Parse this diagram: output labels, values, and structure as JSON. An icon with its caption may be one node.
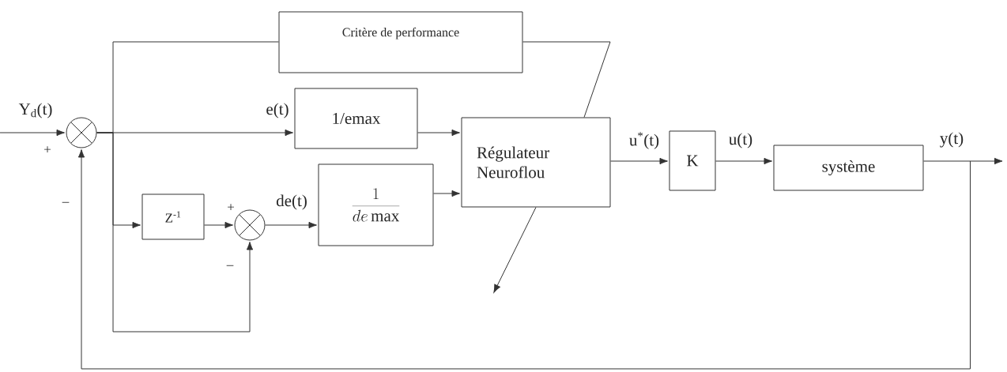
{
  "diagram": {
    "nodes": [
      {
        "text": [],
        "shape": "circle"
      },
      {
        "text": [
          "Critère de performance"
        ]
      },
      {
        "text": [
          "1/emax"
        ]
      },
      {
        "text": [
          "Régulateur Neuroflou"
        ]
      },
      {
        "text": [
          "Z$^{-1}$"
        ]
      },
      {
        "text": [],
        "shape": "circle"
      },
      {
        "text": [
          "\\frac{1}{de\\,\\mathrm{max}}"
        ]
      },
      {
        "text": [
          "K"
        ]
      },
      {
        "text": [
          "système"
        ]
      }
    ],
    "edges": [
      {
        "from": null,
        "to": 0,
        "arrow": "to",
        "label": "Y$_{d}$(t)"
      },
      {
        "from": 0,
        "to": 2,
        "arrow": "to",
        "label": "e(t)"
      },
      {
        "from": 2,
        "to": 3,
        "arrow": "to"
      },
      {
        "from": 6,
        "to": 3,
        "arrow": "to"
      },
      {
        "from": 3,
        "to": 7,
        "arrow": "to",
        "label": "u$^{*}$(t)"
      },
      {
        "from": 7,
        "to": 8,
        "arrow": "to",
        "label": "u(t)"
      },
      {
        "from": 8,
        "to": null,
        "arrow": "to",
        "label": "y(t)"
      },
      {
        "from": 8,
        "to": 0,
        "arrow": "to"
      },
      {
        "from": 0,
        "to": 4,
        "arrow": "to"
      },
      {
        "from": 0,
        "to": 5,
        "arrow": "to"
      },
      {
        "from": 0,
        "to": 1,
        "arrow": "none"
      },
      {
        "from": 4,
        "to": 5,
        "arrow": "to"
      },
      {
        "from": 5,
        "to": 6,
        "arrow": "to",
        "label": "de(t)"
      },
      {
        "from": 1,
        "to": 3,
        "arrow": "none"
      },
      {
        "from": 3,
        "to": null,
        "arrow": "to"
      }
    ],
    "labels": [
      "+",
      "–",
      "+",
      "–"
    ]
  }
}
